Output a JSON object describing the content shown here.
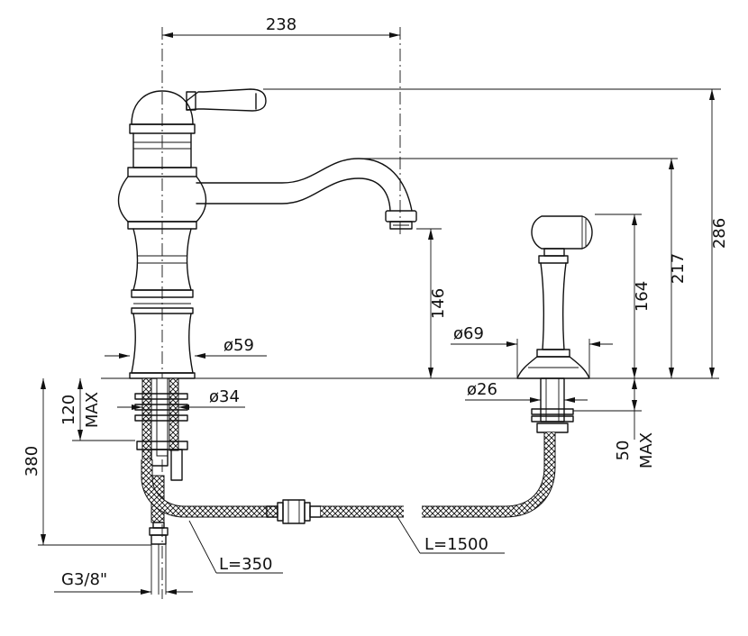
{
  "dimensions": {
    "spout_reach": "238",
    "total_height": "286",
    "spout_height": "217",
    "outlet_height": "146",
    "shower_height": "164",
    "body_diameter": "ø59",
    "shower_base_diameter": "ø69",
    "hole_diameter_left": "ø34",
    "hole_diameter_right": "ø26",
    "max_deck_left_value": "120",
    "max_deck_left_label": "MAX",
    "max_deck_right_value": "50",
    "max_deck_right_label": "MAX",
    "tail_length": "380",
    "hose_left": "L=350",
    "hose_right": "L=1500",
    "thread": "G3/8\""
  }
}
